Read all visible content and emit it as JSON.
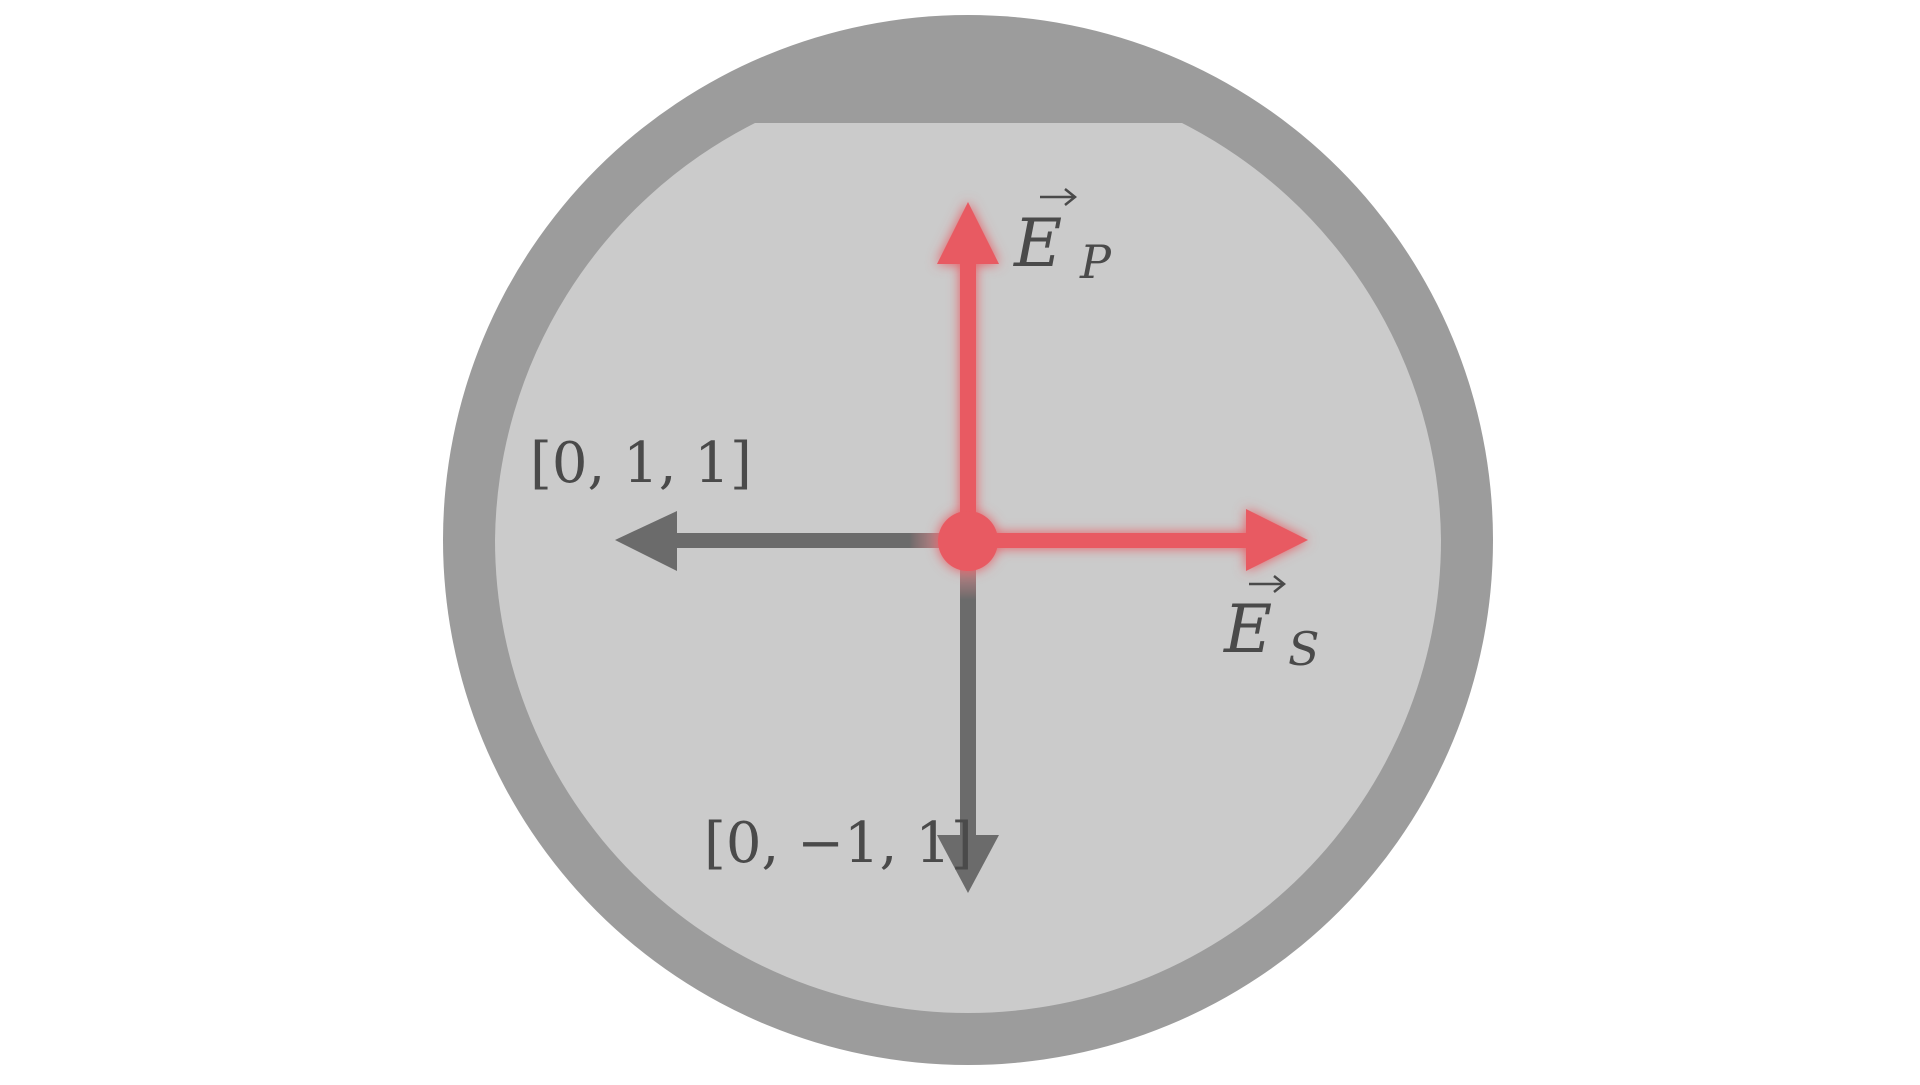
{
  "colors": {
    "background": "#ffffff",
    "outer_ring": "#9c9c9c",
    "inner_disc": "#cbcbcb",
    "accent_red": "#e85a62",
    "arrow_gray": "#6b6b6b",
    "text": "#4a4a4a"
  },
  "labels": {
    "ep_main": "E",
    "ep_sub": "P",
    "es_main": "E",
    "es_sub": "S",
    "dir_011": "[0, 1, 1]",
    "dir_0m11": "[0, −1, 1]"
  },
  "icons": {
    "center": "origin-dot-icon",
    "up": "arrow-up-icon",
    "right": "arrow-right-icon",
    "left": "arrow-left-icon",
    "down": "arrow-down-icon"
  }
}
